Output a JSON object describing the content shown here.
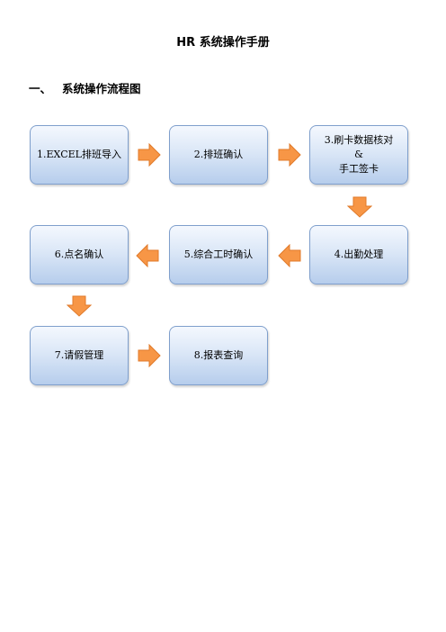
{
  "document": {
    "title": "HR 系统操作手册",
    "section": {
      "number": "一、",
      "title": "系统操作流程图"
    }
  },
  "flowchart": {
    "steps": [
      {
        "id": 1,
        "lines": [
          "1.EXCEL排班导入"
        ]
      },
      {
        "id": 2,
        "lines": [
          "2.排班确认"
        ]
      },
      {
        "id": 3,
        "lines": [
          "3.刷卡数据核对",
          "&",
          "手工签卡"
        ]
      },
      {
        "id": 4,
        "lines": [
          "4.出勤处理"
        ]
      },
      {
        "id": 5,
        "lines": [
          "5.综合工时确认"
        ]
      },
      {
        "id": 6,
        "lines": [
          "6.点名确认"
        ]
      },
      {
        "id": 7,
        "lines": [
          "7.请假管理"
        ]
      },
      {
        "id": 8,
        "lines": [
          "8.报表查询"
        ]
      }
    ],
    "arrow_color": "#f79646",
    "arrow_icons": [
      "right-arrow-icon",
      "down-arrow-icon",
      "left-arrow-icon"
    ]
  }
}
